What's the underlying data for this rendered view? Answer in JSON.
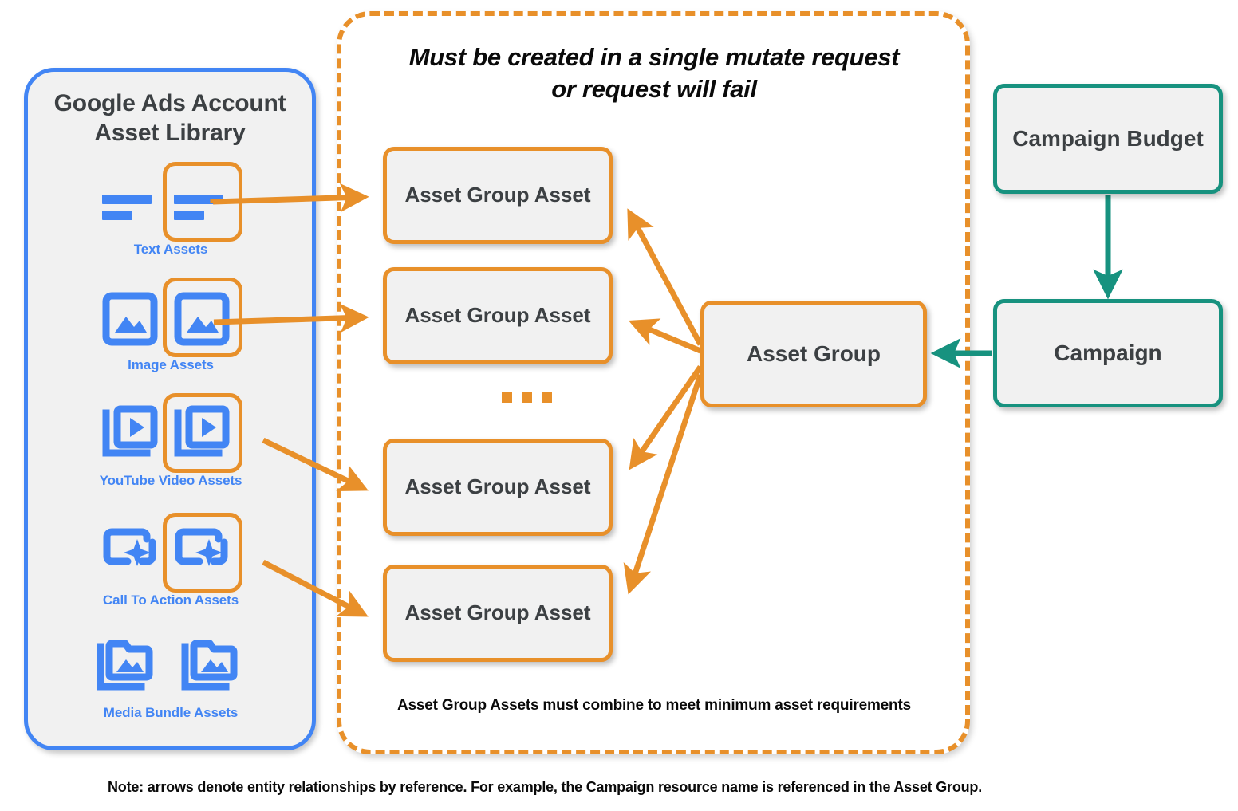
{
  "library": {
    "title": "Google Ads Account\nAsset Library",
    "title_line1": "Google Ads Account",
    "title_line2": "Asset Library",
    "rows": [
      {
        "label": "Text Assets",
        "icon": "text-asset-icon"
      },
      {
        "label": "Image Assets",
        "icon": "image-asset-icon"
      },
      {
        "label": "YouTube Video  Assets",
        "icon": "youtube-video-asset-icon"
      },
      {
        "label": "Call To Action Assets",
        "icon": "call-to-action-asset-icon"
      },
      {
        "label": "Media Bundle  Assets",
        "icon": "media-bundle-asset-icon"
      }
    ]
  },
  "mutate_group": {
    "header_line1": "Must be created in a single mutate request",
    "header_line2": "or request will fail",
    "footer": "Asset Group Assets must combine to meet minimum asset requirements",
    "asset_group_assets": [
      {
        "label": "Asset Group Asset"
      },
      {
        "label": "Asset Group Asset"
      },
      {
        "label": "Asset Group Asset"
      },
      {
        "label": "Asset Group Asset"
      }
    ],
    "ellipsis": "..."
  },
  "nodes": {
    "asset_group": "Asset Group",
    "campaign_budget": "Campaign Budget",
    "campaign": "Campaign"
  },
  "footer_note": "Note: arrows denote entity relationships by reference. For example, the Campaign resource name is referenced in the Asset Group.",
  "colors": {
    "orange": "#e8902a",
    "blue": "#4285f4",
    "teal": "#17927f",
    "node_fill": "#f1f1f1",
    "text_dark": "#3c4043"
  }
}
